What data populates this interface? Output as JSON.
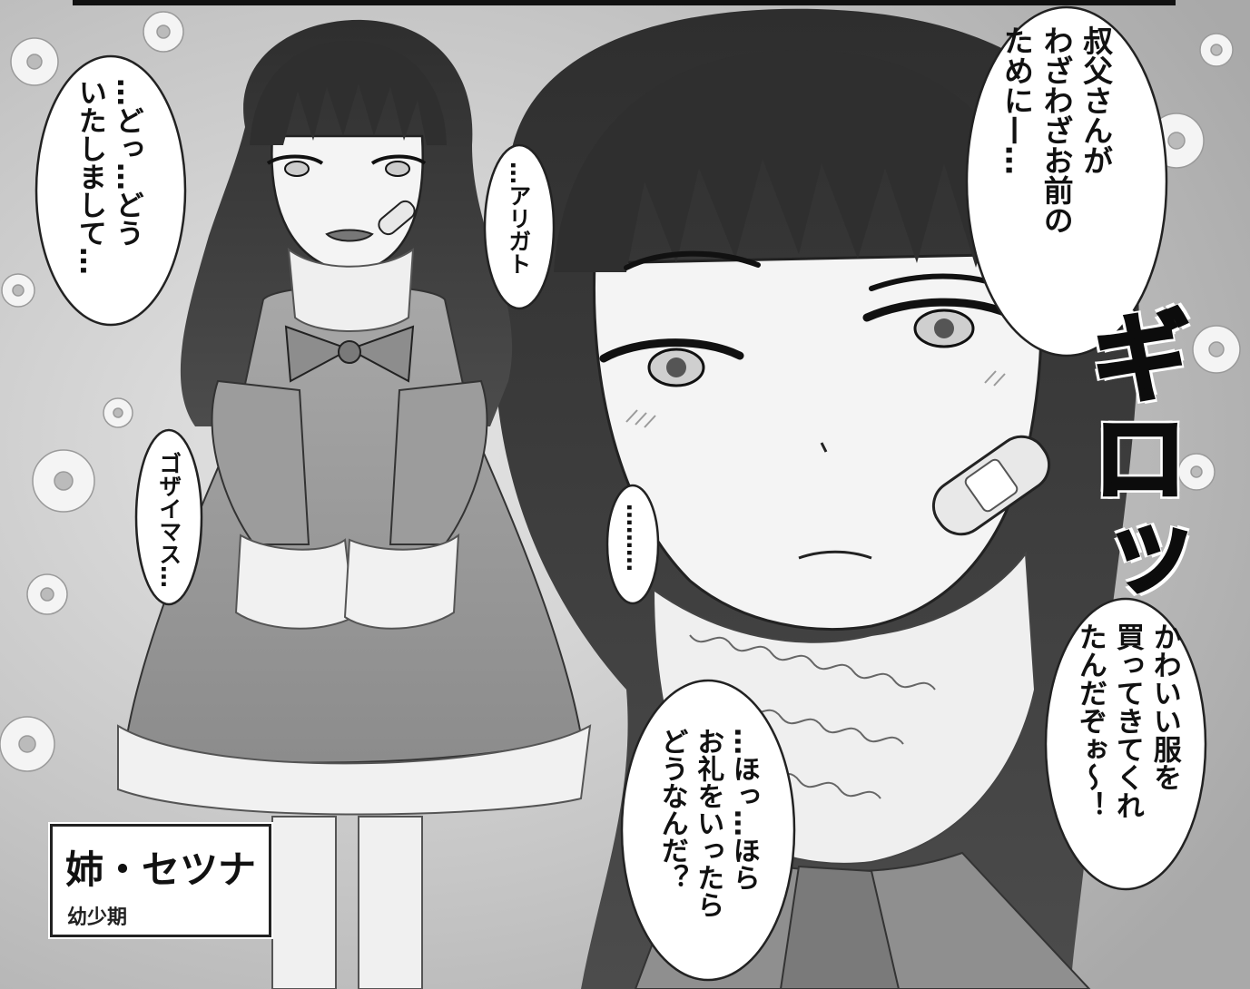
{
  "bubbles": {
    "uncle": "叔父さんが\nわざわざお前の\nために—…",
    "doita": "…どっ…どう\nいたしまして…",
    "arigato": "…アリガト",
    "gozaimasu": "ゴザイマス…",
    "ellipsis": "………",
    "kawaii": "かわいい服を\n買ってきてくれ\nたんだぞぉ〜！",
    "hora": "…ほっ…ほら\nお礼をいったら\nどうなんだ？"
  },
  "sfx": "ギロッ",
  "caption": {
    "name": "姉・セツナ",
    "sub": "幼少期"
  },
  "colors": {
    "background_tone": "#c9c9c9",
    "hair": "#3a3a3a",
    "dress": "#9a9a9a",
    "skin": "#f2f2f2",
    "ink": "#111111"
  }
}
